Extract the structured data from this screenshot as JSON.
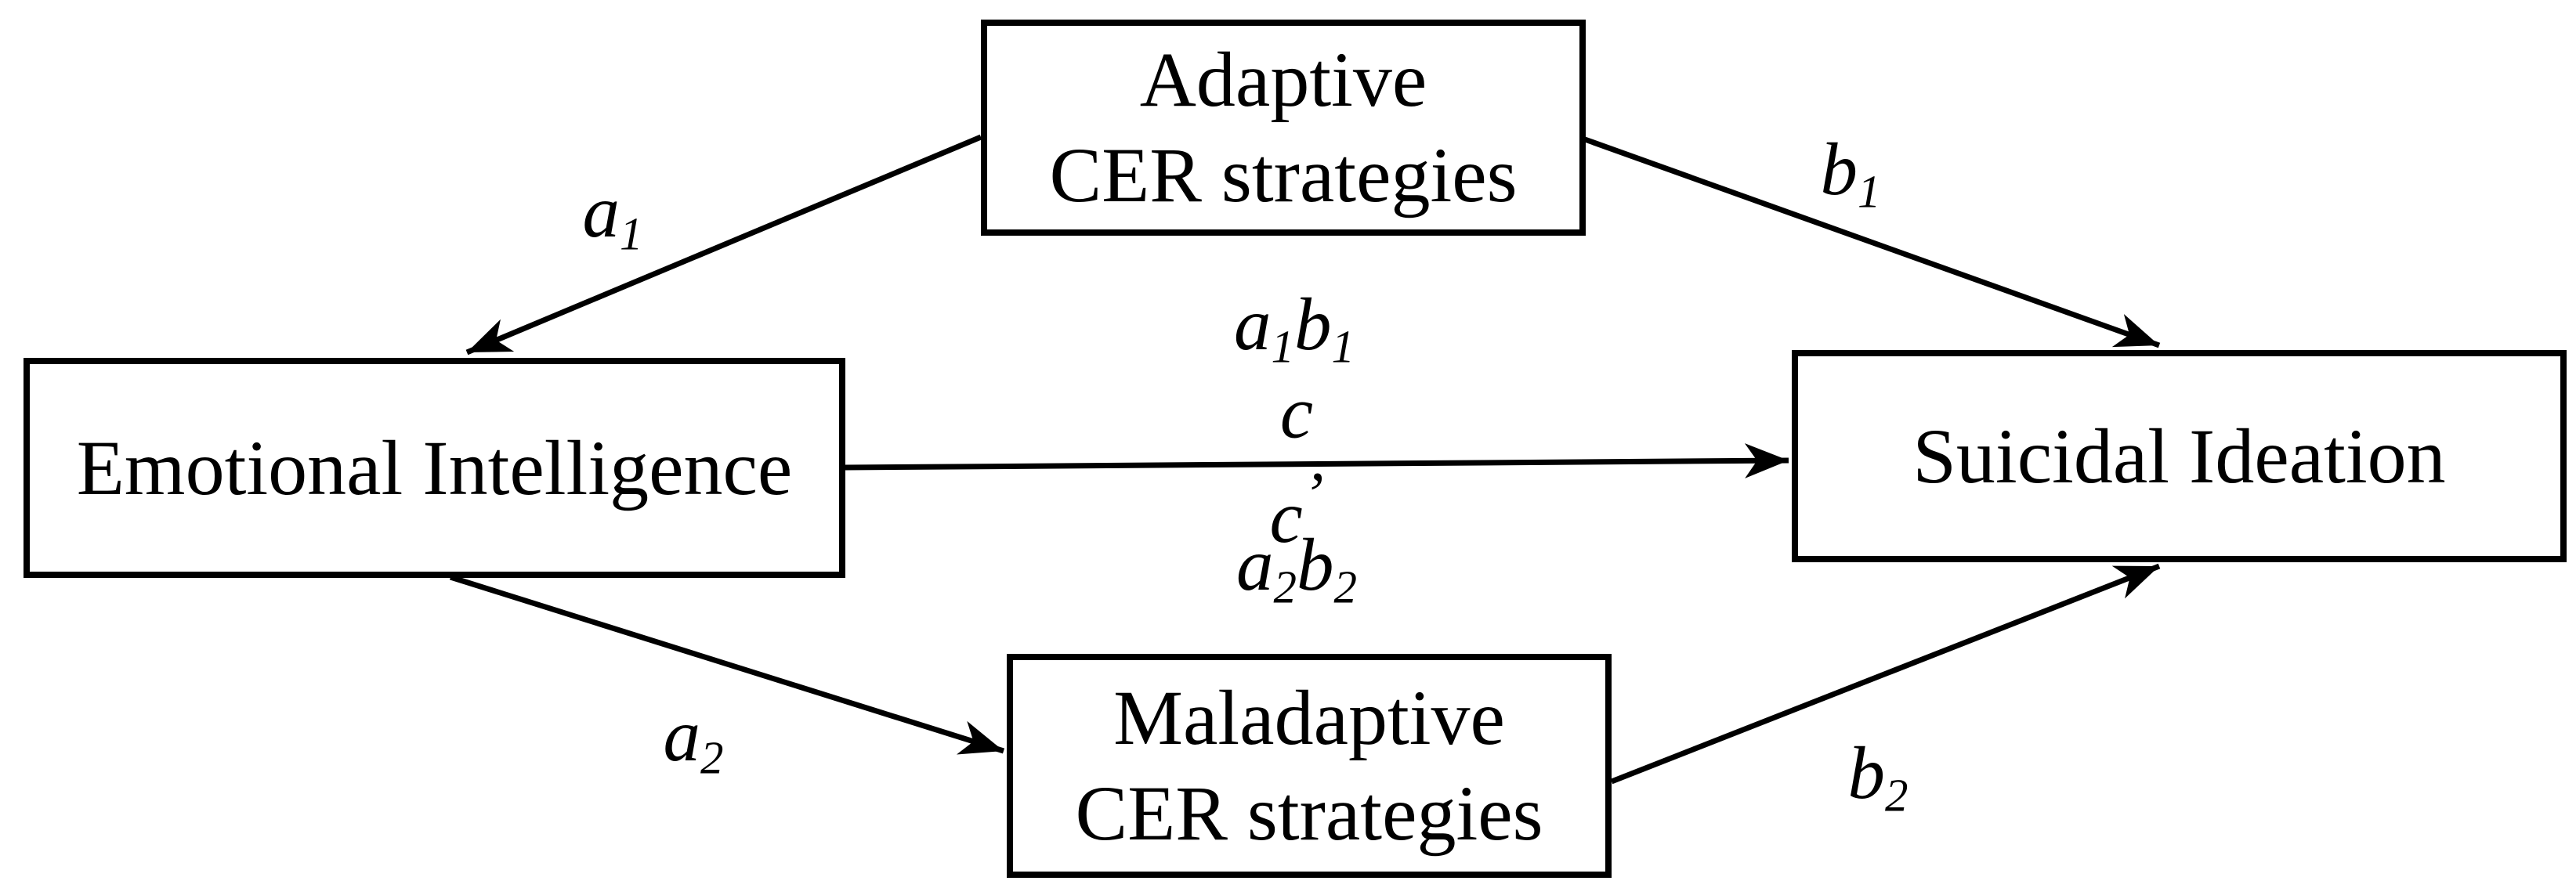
{
  "diagram": {
    "background_color": "#ffffff",
    "line_color": "#000000",
    "boxes": {
      "adaptive": {
        "line1": "Adaptive",
        "line2": "CER strategies"
      },
      "emotional": {
        "label": "Emotional Intelligence"
      },
      "suicidal": {
        "label": "Suicidal Ideation"
      },
      "maladaptive": {
        "line1": "Maladaptive",
        "line2": "CER strategies"
      }
    },
    "labels": {
      "a1": {
        "base": "a",
        "sub": "1"
      },
      "b1": {
        "base": "b",
        "sub": "1"
      },
      "a2": {
        "base": "a",
        "sub": "2"
      },
      "b2": {
        "base": "b",
        "sub": "2"
      },
      "a1b1": {
        "base1": "a",
        "sub1": "1",
        "base2": "b",
        "sub2": "1"
      },
      "c": {
        "base": "c"
      },
      "c_prime": {
        "base": "c",
        "prime": "’"
      },
      "a2b2": {
        "base1": "a",
        "sub1": "2",
        "base2": "b",
        "sub2": "2"
      }
    }
  }
}
